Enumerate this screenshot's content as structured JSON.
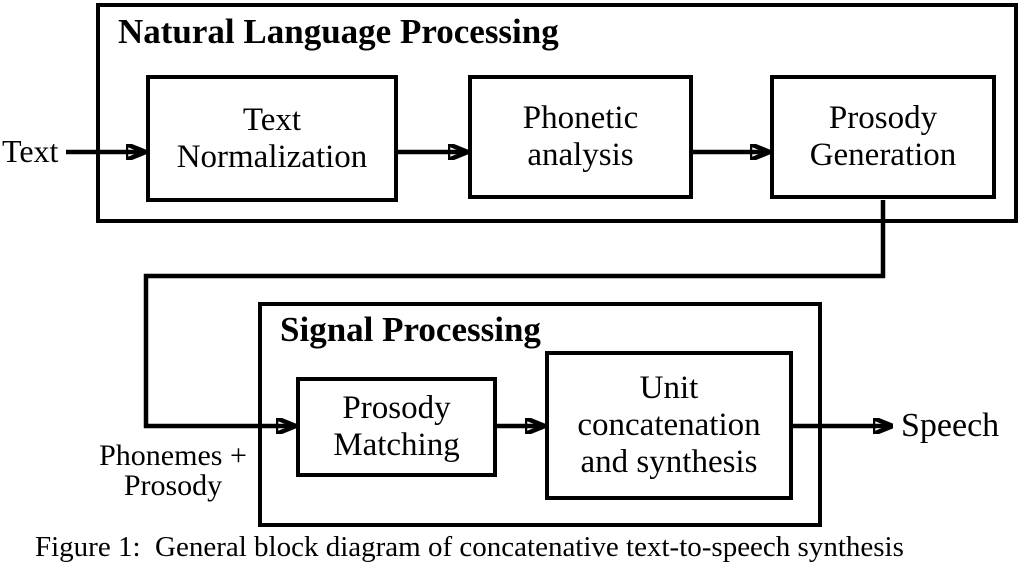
{
  "figure": {
    "caption": "Figure 1:  General block diagram of concatenative text-to-speech synthesis",
    "input_label": "Text",
    "output_label": "Speech",
    "intermediate_label": {
      "line1": "Phonemes +",
      "line2": "Prosody"
    },
    "nlp_container": {
      "title": "Natural Language Processing",
      "boxes": [
        {
          "id": "text-normalization",
          "line1": "Text",
          "line2": "Normalization"
        },
        {
          "id": "phonetic-analysis",
          "line1": "Phonetic",
          "line2": "analysis"
        },
        {
          "id": "prosody-generation",
          "line1": "Prosody",
          "line2": "Generation"
        }
      ]
    },
    "signal_container": {
      "title": "Signal Processing",
      "boxes": [
        {
          "id": "prosody-matching",
          "line1": "Prosody",
          "line2": "Matching"
        },
        {
          "id": "unit-concatenation",
          "line1": "Unit",
          "line2": "concatenation",
          "line3": "and synthesis"
        }
      ]
    },
    "arrows": [
      {
        "from": "Text",
        "to": "Text Normalization"
      },
      {
        "from": "Text Normalization",
        "to": "Phonetic analysis"
      },
      {
        "from": "Phonetic analysis",
        "to": "Prosody Generation"
      },
      {
        "from": "Prosody Generation",
        "to": "Prosody Matching",
        "label": "Phonemes + Prosody"
      },
      {
        "from": "Prosody Matching",
        "to": "Unit concatenation and synthesis"
      },
      {
        "from": "Unit concatenation and synthesis",
        "to": "Speech"
      }
    ],
    "colors": {
      "ink": "#000000",
      "background": "#ffffff"
    }
  }
}
